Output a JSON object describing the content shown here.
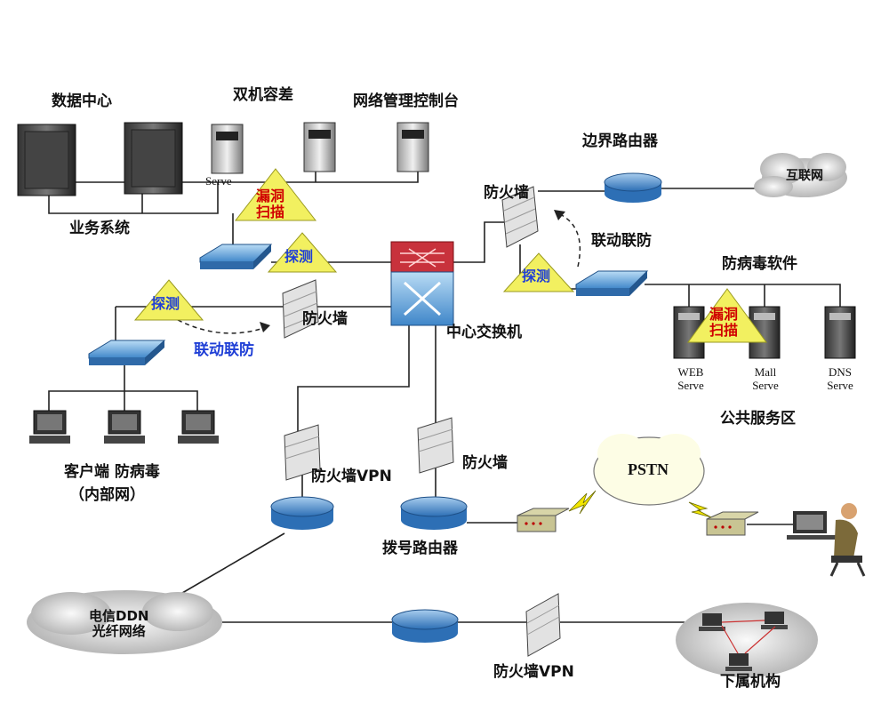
{
  "labels": {
    "data_center": "数据中心",
    "dual_backup": "双机容差",
    "net_console": "网络管理控制台",
    "business": "业务系统",
    "serve_small": "Serve",
    "border_router": "边界路由器",
    "internet": "互联网",
    "firewall_top": "防火墙",
    "linkage_top": "联动联防",
    "antivirus_sw": "防病毒软件",
    "firewall_mid": "防火墙",
    "linkage_left": "联动联防",
    "core_switch": "中心交换机",
    "web_serve": "WEB Serve",
    "mail_serve": "Mall Serve",
    "dns_serve": "DNS Serve",
    "public_zone": "公共服务区",
    "client_av": "客户端  防病毒",
    "intranet": "（内部网）",
    "fw_vpn_mid": "防火墙VPN",
    "fw_dial": "防火墙",
    "dial_router": "拨号路由器",
    "pstn": "PSTN",
    "ddn": "电信DDN\n光纤网络",
    "fw_vpn_bottom": "防火墙VPN",
    "branch": "下属机构"
  },
  "tags": {
    "vuln_scan_top": "漏洞\n扫描",
    "probe_top": "探测",
    "probe_left": "探测",
    "probe_right": "探测",
    "vuln_scan_right": "漏洞\n扫描"
  },
  "colors": {
    "line": "#222222",
    "triangle": "#f2f060",
    "tag_blue": "#1f3fd6",
    "tag_red": "#d00000",
    "switch_blue": "#5aa7e0",
    "router_blue": "#4c8fd4",
    "core_red": "#c8323c",
    "firewall": "#d8d8d8",
    "cloud": "#d6d6d6"
  }
}
